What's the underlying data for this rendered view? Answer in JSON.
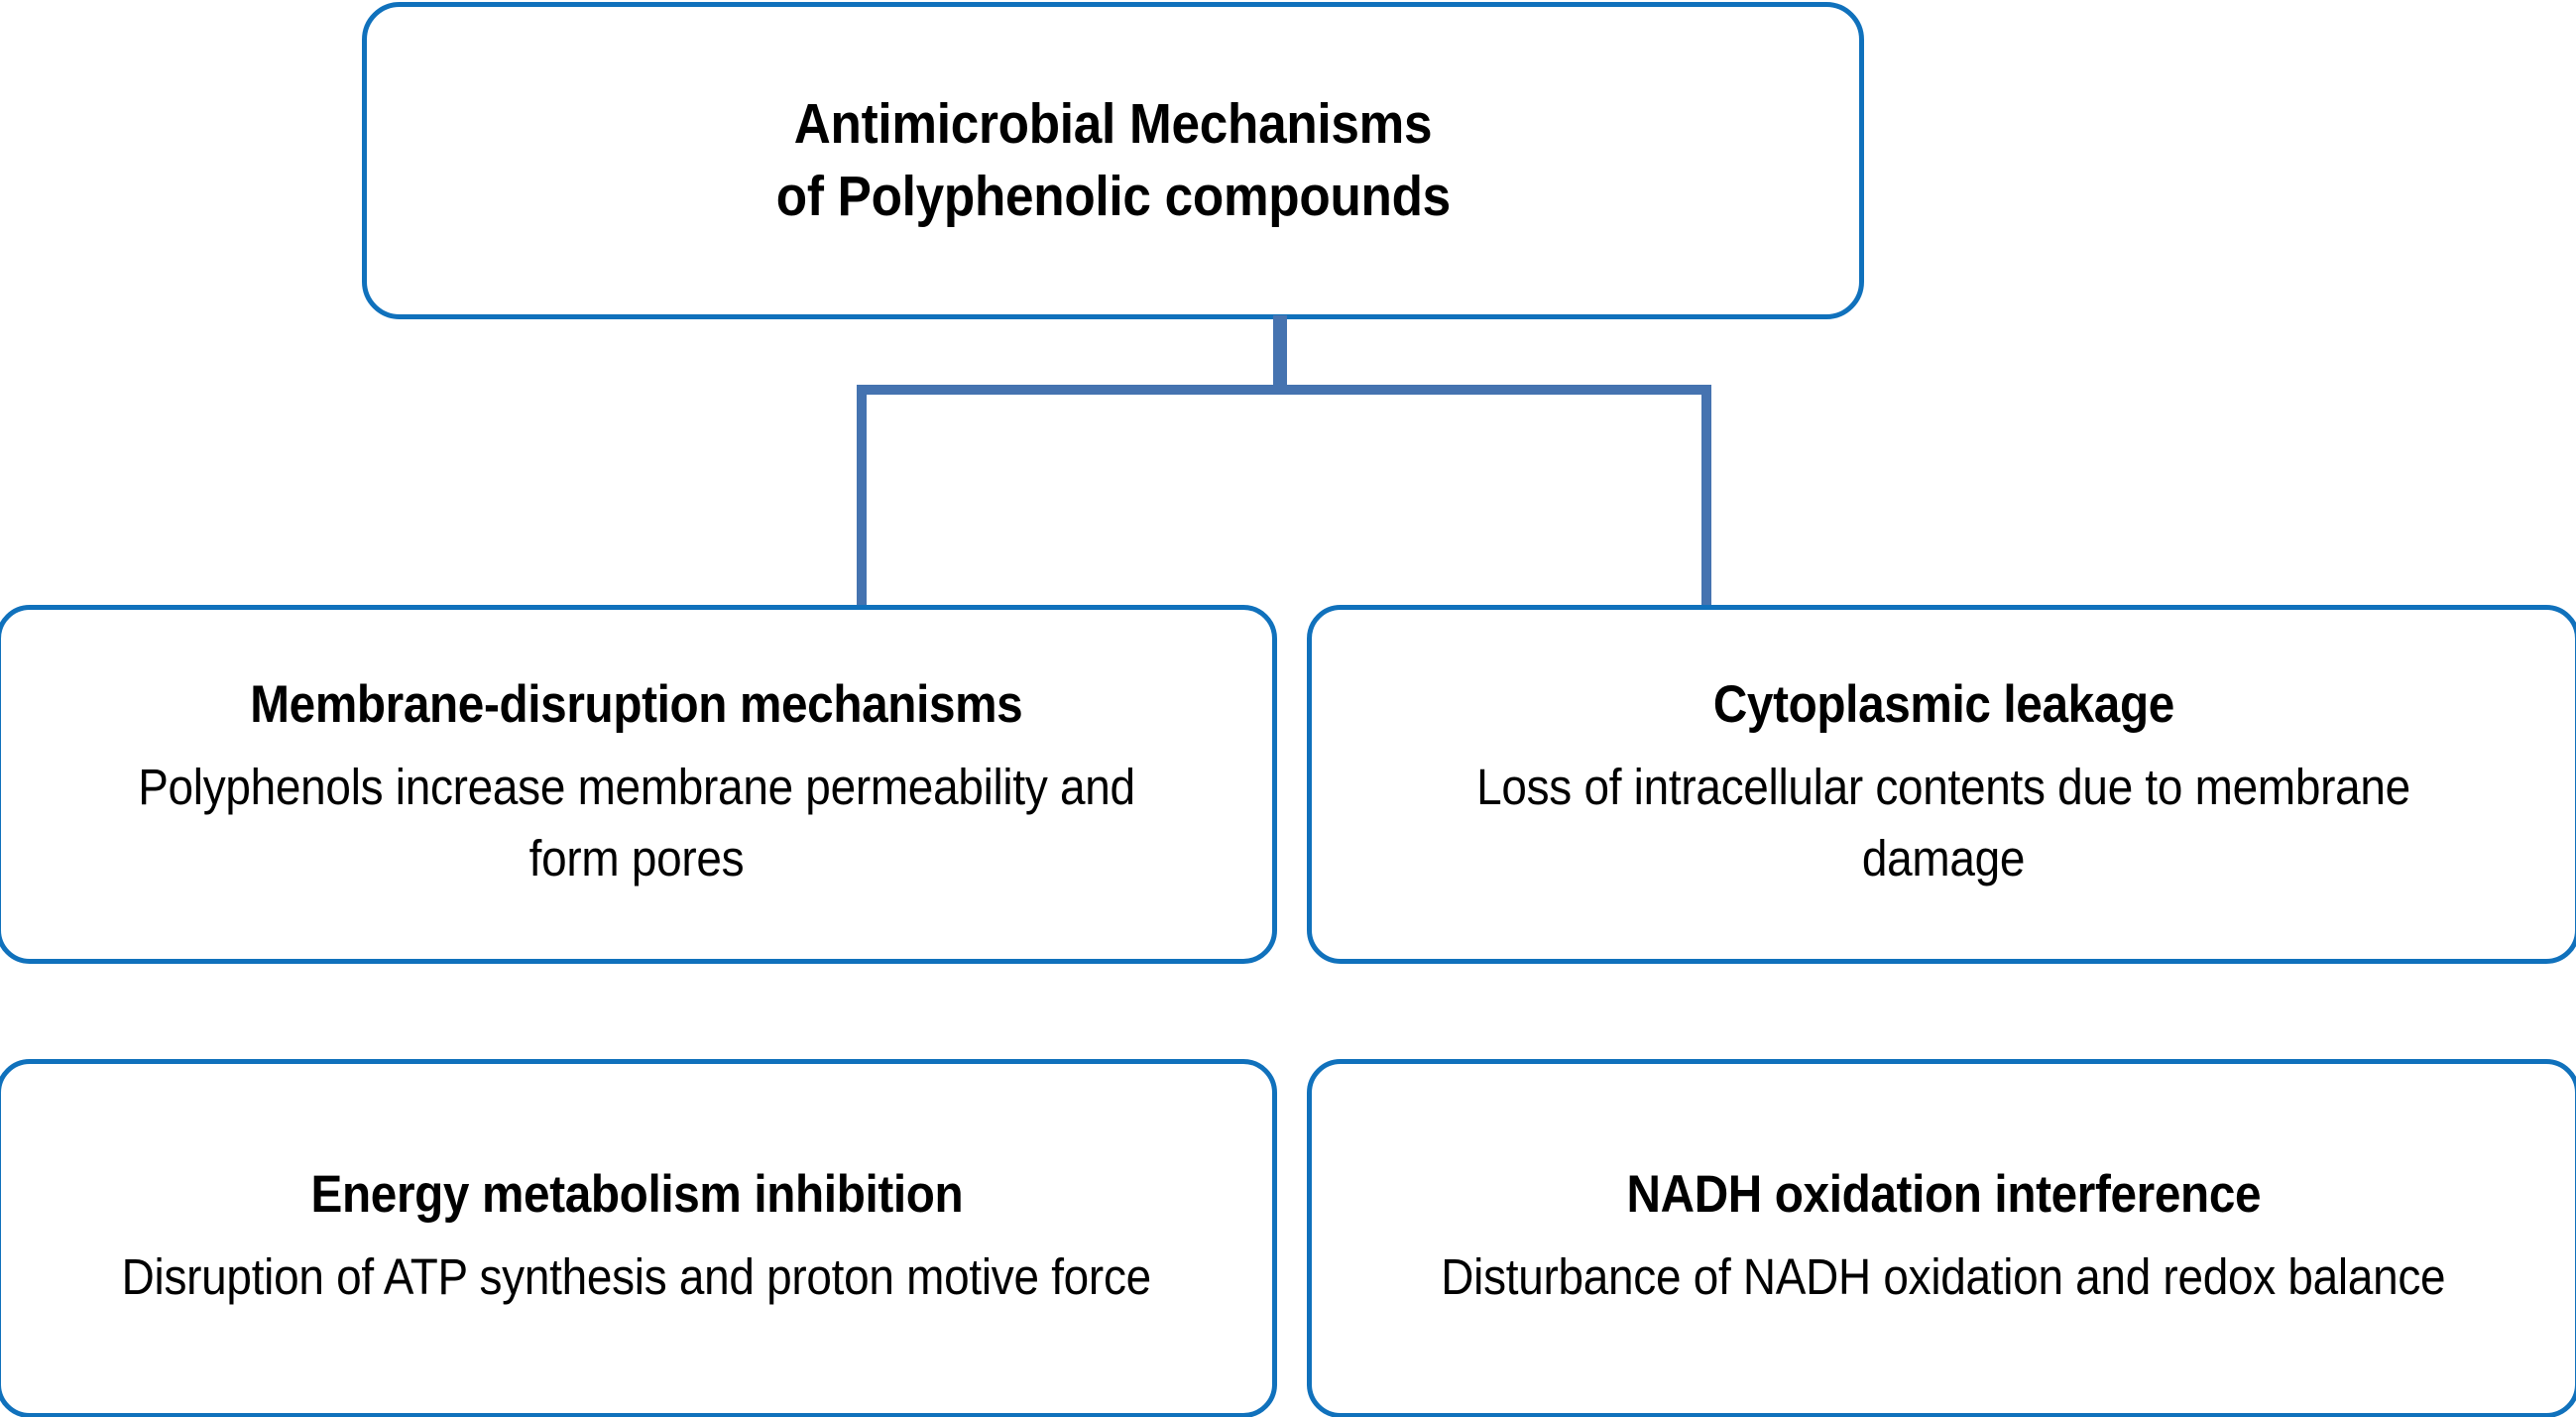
{
  "diagram": {
    "type": "hierarchy-flowchart",
    "colors": {
      "box_border": "#1071BC",
      "connector": "#4573B0",
      "background": "#FFFFFF",
      "text": "#000000"
    },
    "root": {
      "title_lines": [
        "Antimicrobial Mechanisms",
        "of Polyphenolic compounds"
      ]
    },
    "nodes": [
      {
        "heading": "Membrane-disruption mechanisms",
        "description": "Polyphenols increase membrane permeability and form pores"
      },
      {
        "heading": "Cytoplasmic leakage",
        "description": "Loss of intracellular contents due to membrane damage"
      },
      {
        "heading": "Energy metabolism inhibition",
        "description": "Disruption of ATP synthesis and proton motive force"
      },
      {
        "heading": "NADH oxidation interference",
        "description": "Disturbance of NADH oxidation and redox balance"
      }
    ]
  }
}
